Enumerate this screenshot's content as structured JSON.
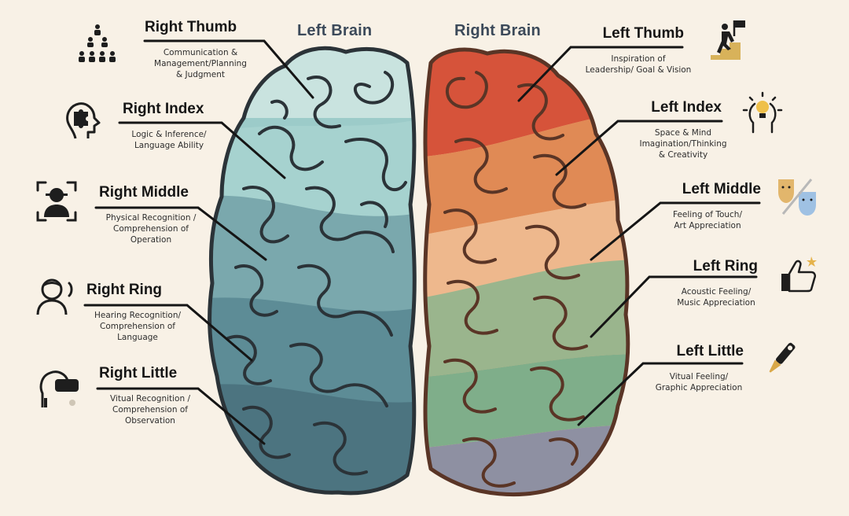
{
  "hemispheres": {
    "left_title": "Left Brain",
    "right_title": "Right Brain"
  },
  "left_labels": [
    {
      "title": "Right Thumb",
      "desc": "Communication &\nManagement/Planning\n& Judgment",
      "icon": "team-hierarchy-icon"
    },
    {
      "title": "Right Index",
      "desc": "Logic & Inference/\nLanguage Ability",
      "icon": "puzzle-head-icon"
    },
    {
      "title": "Right Middle",
      "desc": "Physical Recognition /\nComprehension of\nOperation",
      "icon": "face-scan-icon"
    },
    {
      "title": "Right Ring",
      "desc": "Hearing Recognition/\nComprehension of\nLanguage",
      "icon": "listening-person-icon"
    },
    {
      "title": "Right Little",
      "desc": "Vitual Recognition /\nComprehension of\nObservation",
      "icon": "vr-headset-icon"
    }
  ],
  "right_labels": [
    {
      "title": "Left Thumb",
      "desc": "Inspiration of\nLeadership/ Goal & Vision",
      "icon": "climbing-stairs-flag-icon"
    },
    {
      "title": "Left Index",
      "desc": "Space & Mind\nImagination/Thinking\n& Creativity",
      "icon": "lightbulb-head-icon"
    },
    {
      "title": "Left Middle",
      "desc": "Feeling of Touch/\nArt Appreciation",
      "icon": "theater-masks-icon"
    },
    {
      "title": "Left Ring",
      "desc": "Acoustic Feeling/\nMusic Appreciation",
      "icon": "thumbs-up-icon"
    },
    {
      "title": "Left Little",
      "desc": "Vitual Feeling/\nGraphic Appreciation",
      "icon": "paintbrush-icon"
    }
  ],
  "colors": {
    "background": "#f8f1e6",
    "left_brain_bands": [
      "#c9e3df",
      "#9ccbc9",
      "#7aa8ad",
      "#5d8c96",
      "#4c7480"
    ],
    "right_brain_bands": [
      "#d6533a",
      "#e08a55",
      "#eeb88d",
      "#9ab58d",
      "#7fae8a",
      "#8e90a2"
    ],
    "outline": "#2b3338",
    "right_outline": "#5a3526"
  }
}
